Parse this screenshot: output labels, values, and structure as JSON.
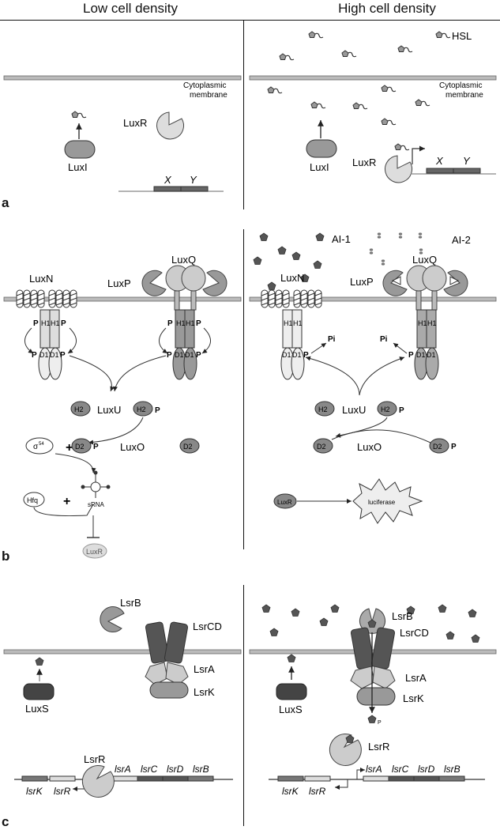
{
  "headers": {
    "left": "Low cell density",
    "right": "High cell density"
  },
  "panel_labels": {
    "a": "a",
    "b": "b",
    "c": "c"
  },
  "panel_a": {
    "hsl": "HSL",
    "membrane_line1": "Cytoplasmic",
    "membrane_line2": "membrane",
    "luxr": "LuxR",
    "luxi": "LuxI",
    "gene_x": "X",
    "gene_y": "Y"
  },
  "panel_b": {
    "luxn": "LuxN",
    "luxq": "LuxQ",
    "luxp": "LuxP",
    "ai1": "AI-1",
    "ai2": "AI-2",
    "h1": "H1",
    "d1": "D1",
    "h2": "H2",
    "d2": "D2",
    "p": "P",
    "pi": "Pi",
    "luxu": "LuxU",
    "luxo": "LuxO",
    "sigma": "σ",
    "sigma_sup": "54",
    "plus": "+",
    "hfq": "Hfq",
    "srna": "sRNA",
    "luxr": "LuxR",
    "luciferase": "luciferase"
  },
  "panel_c": {
    "lsrb": "LsrB",
    "lsrcd": "LsrCD",
    "lsra": "LsrA",
    "lsrk": "LsrK",
    "luxs": "LuxS",
    "lsrr": "LsrR",
    "gene_lsra": "lsrA",
    "gene_lsrc": "lsrC",
    "gene_lsrd": "lsrD",
    "gene_lsrb": "lsrB",
    "gene_lsrk": "lsrK",
    "gene_lsrr": "lsrR",
    "p_small": "P"
  },
  "colors": {
    "dark_protein": "#555555",
    "mid_protein": "#9a9a9a",
    "light_protein": "#d6d6d6",
    "membrane": "#bbbbbb",
    "signal": "#666666"
  }
}
